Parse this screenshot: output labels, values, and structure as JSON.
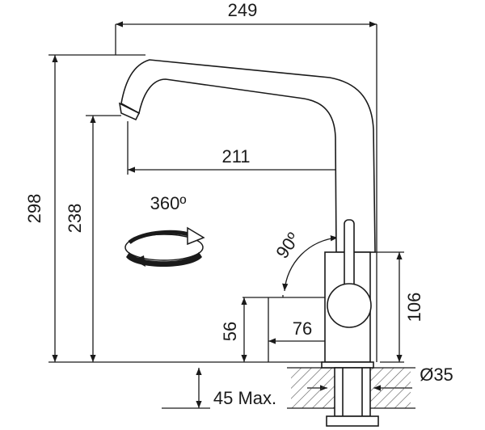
{
  "dimensions": {
    "overall_width": "249",
    "overall_height": "298",
    "spout_height": "238",
    "reach": "211",
    "rotation": "360º",
    "lever_angle": "90º",
    "body_height": "106",
    "handle_offset": "76",
    "handle_height": "56",
    "hole_diameter": "Ø35",
    "countertop_max": "45 Max."
  },
  "colors": {
    "line": "#1a1a1a",
    "hatch": "#555555",
    "arrow_fill": "#1a1a1a"
  }
}
